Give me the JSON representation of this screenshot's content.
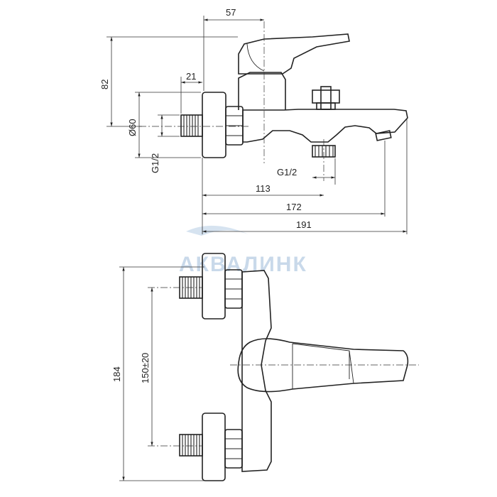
{
  "watermark": {
    "text": "АКВАЛИНК"
  },
  "side_view": {
    "dims": {
      "width_57": "57",
      "height_82": "82",
      "thread_21": "21",
      "diameter_60": "Ø60",
      "thread_left": "G1/2",
      "thread_outlet": "G1/2",
      "len_113": "113",
      "len_172": "172",
      "len_191": "191"
    }
  },
  "front_view": {
    "dims": {
      "height_184": "184",
      "spacing_150": "150±20"
    }
  }
}
